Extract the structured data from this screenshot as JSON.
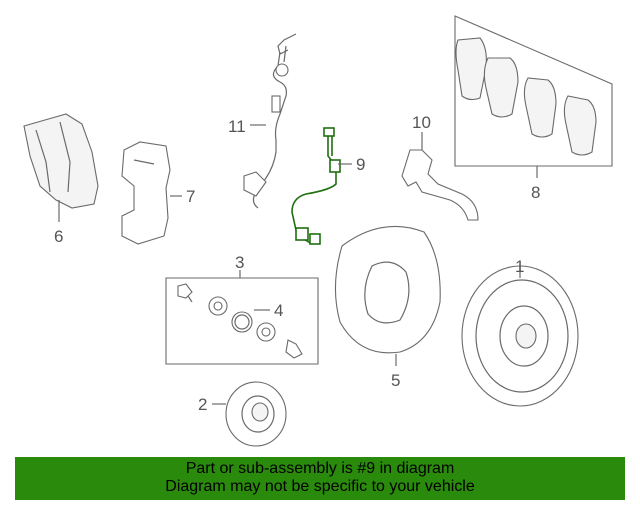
{
  "callouts": {
    "c1": "1",
    "c2": "2",
    "c3": "3",
    "c4": "4",
    "c5": "5",
    "c6": "6",
    "c7": "7",
    "c8": "8",
    "c9": "9",
    "c10": "10",
    "c11": "11"
  },
  "banner": {
    "line1": "Part or sub-assembly is #9 in diagram",
    "line2": "Diagram may not be specific to your vehicle"
  },
  "colors": {
    "banner_bg": "#2a8a0c",
    "highlight_part": "#1f6e10",
    "line_art": "#6a6a6a"
  }
}
